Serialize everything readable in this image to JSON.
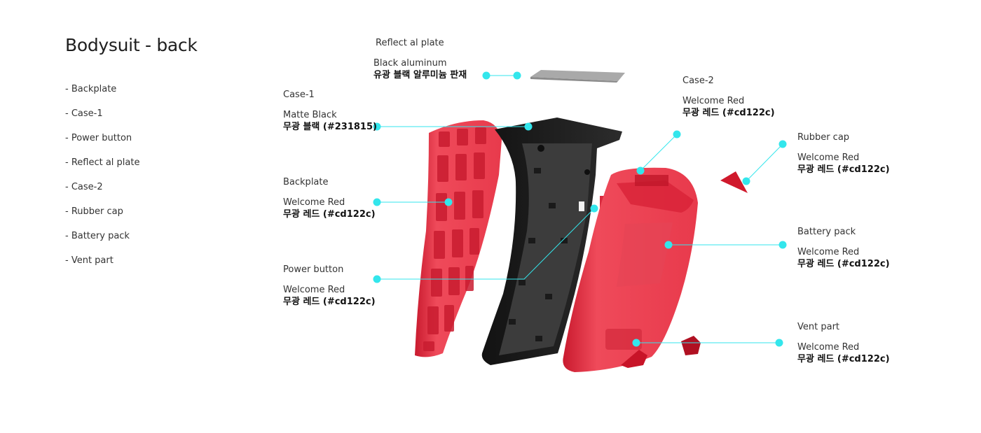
{
  "title": "Bodysuit - back",
  "parts": [
    "- Backplate",
    "- Case-1",
    "- Power button",
    "- Reflect al plate",
    "- Case-2",
    "- Rubber cap",
    "- Battery pack",
    "- Vent part"
  ],
  "callouts": {
    "reflect_plate": {
      "name": "Reflect al plate",
      "finish": "Black aluminum",
      "spec": "유광 블랙 알루미늄 판재"
    },
    "case1": {
      "name": "Case-1",
      "finish": "Matte Black",
      "spec": "무광 블랙 (#231815)"
    },
    "backplate": {
      "name": "Backplate",
      "finish": "Welcome Red",
      "spec": "무광 레드 (#cd122c)"
    },
    "power_button": {
      "name": "Power button",
      "finish": "Welcome Red",
      "spec": "무광 레드 (#cd122c)"
    },
    "case2": {
      "name": "Case-2",
      "finish": "Welcome Red",
      "spec": "무광 레드 (#cd122c)"
    },
    "rubber_cap": {
      "name": "Rubber cap",
      "finish": "Welcome Red",
      "spec": "무광 레드 (#cd122c)"
    },
    "battery_pack": {
      "name": "Battery pack",
      "finish": "Welcome Red",
      "spec": "무광 레드 (#cd122c)"
    },
    "vent_part": {
      "name": "Vent part",
      "finish": "Welcome Red",
      "spec": "무광 레드 (#cd122c)"
    }
  },
  "colors": {
    "accent": "#33e6ec",
    "red": "#e5394b",
    "dark_red": "#b81425",
    "black": "#231815"
  }
}
